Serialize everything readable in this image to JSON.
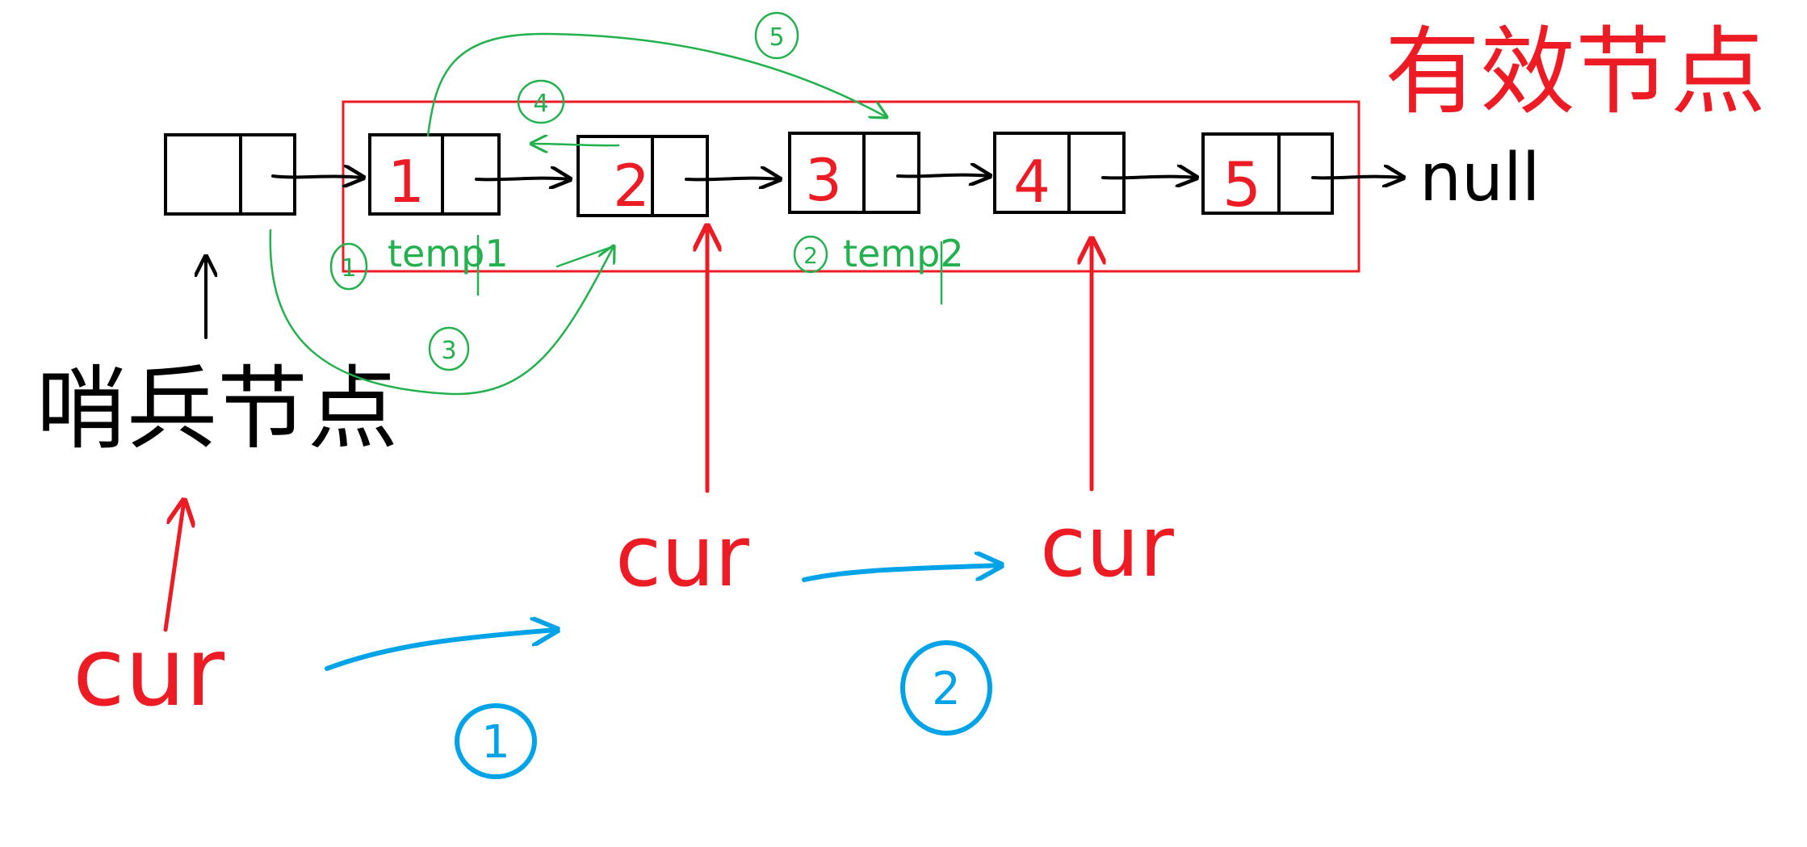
{
  "colors": {
    "black": "#000000",
    "red": "#ed1c24",
    "green": "#22b14c",
    "blue": "#00a2e8",
    "background": "#ffffff"
  },
  "nodes": [
    "1",
    "2",
    "3",
    "4",
    "5"
  ],
  "null_label": "null",
  "labels": {
    "valid_nodes": "有效节点",
    "sentinel_node": "哨兵节点",
    "temp1": "temp1",
    "temp2": "temp2"
  },
  "cursors": [
    "cur",
    "cur",
    "cur"
  ],
  "green_steps": [
    "1",
    "2",
    "3",
    "4",
    "5"
  ],
  "blue_steps": [
    "1",
    "2"
  ]
}
